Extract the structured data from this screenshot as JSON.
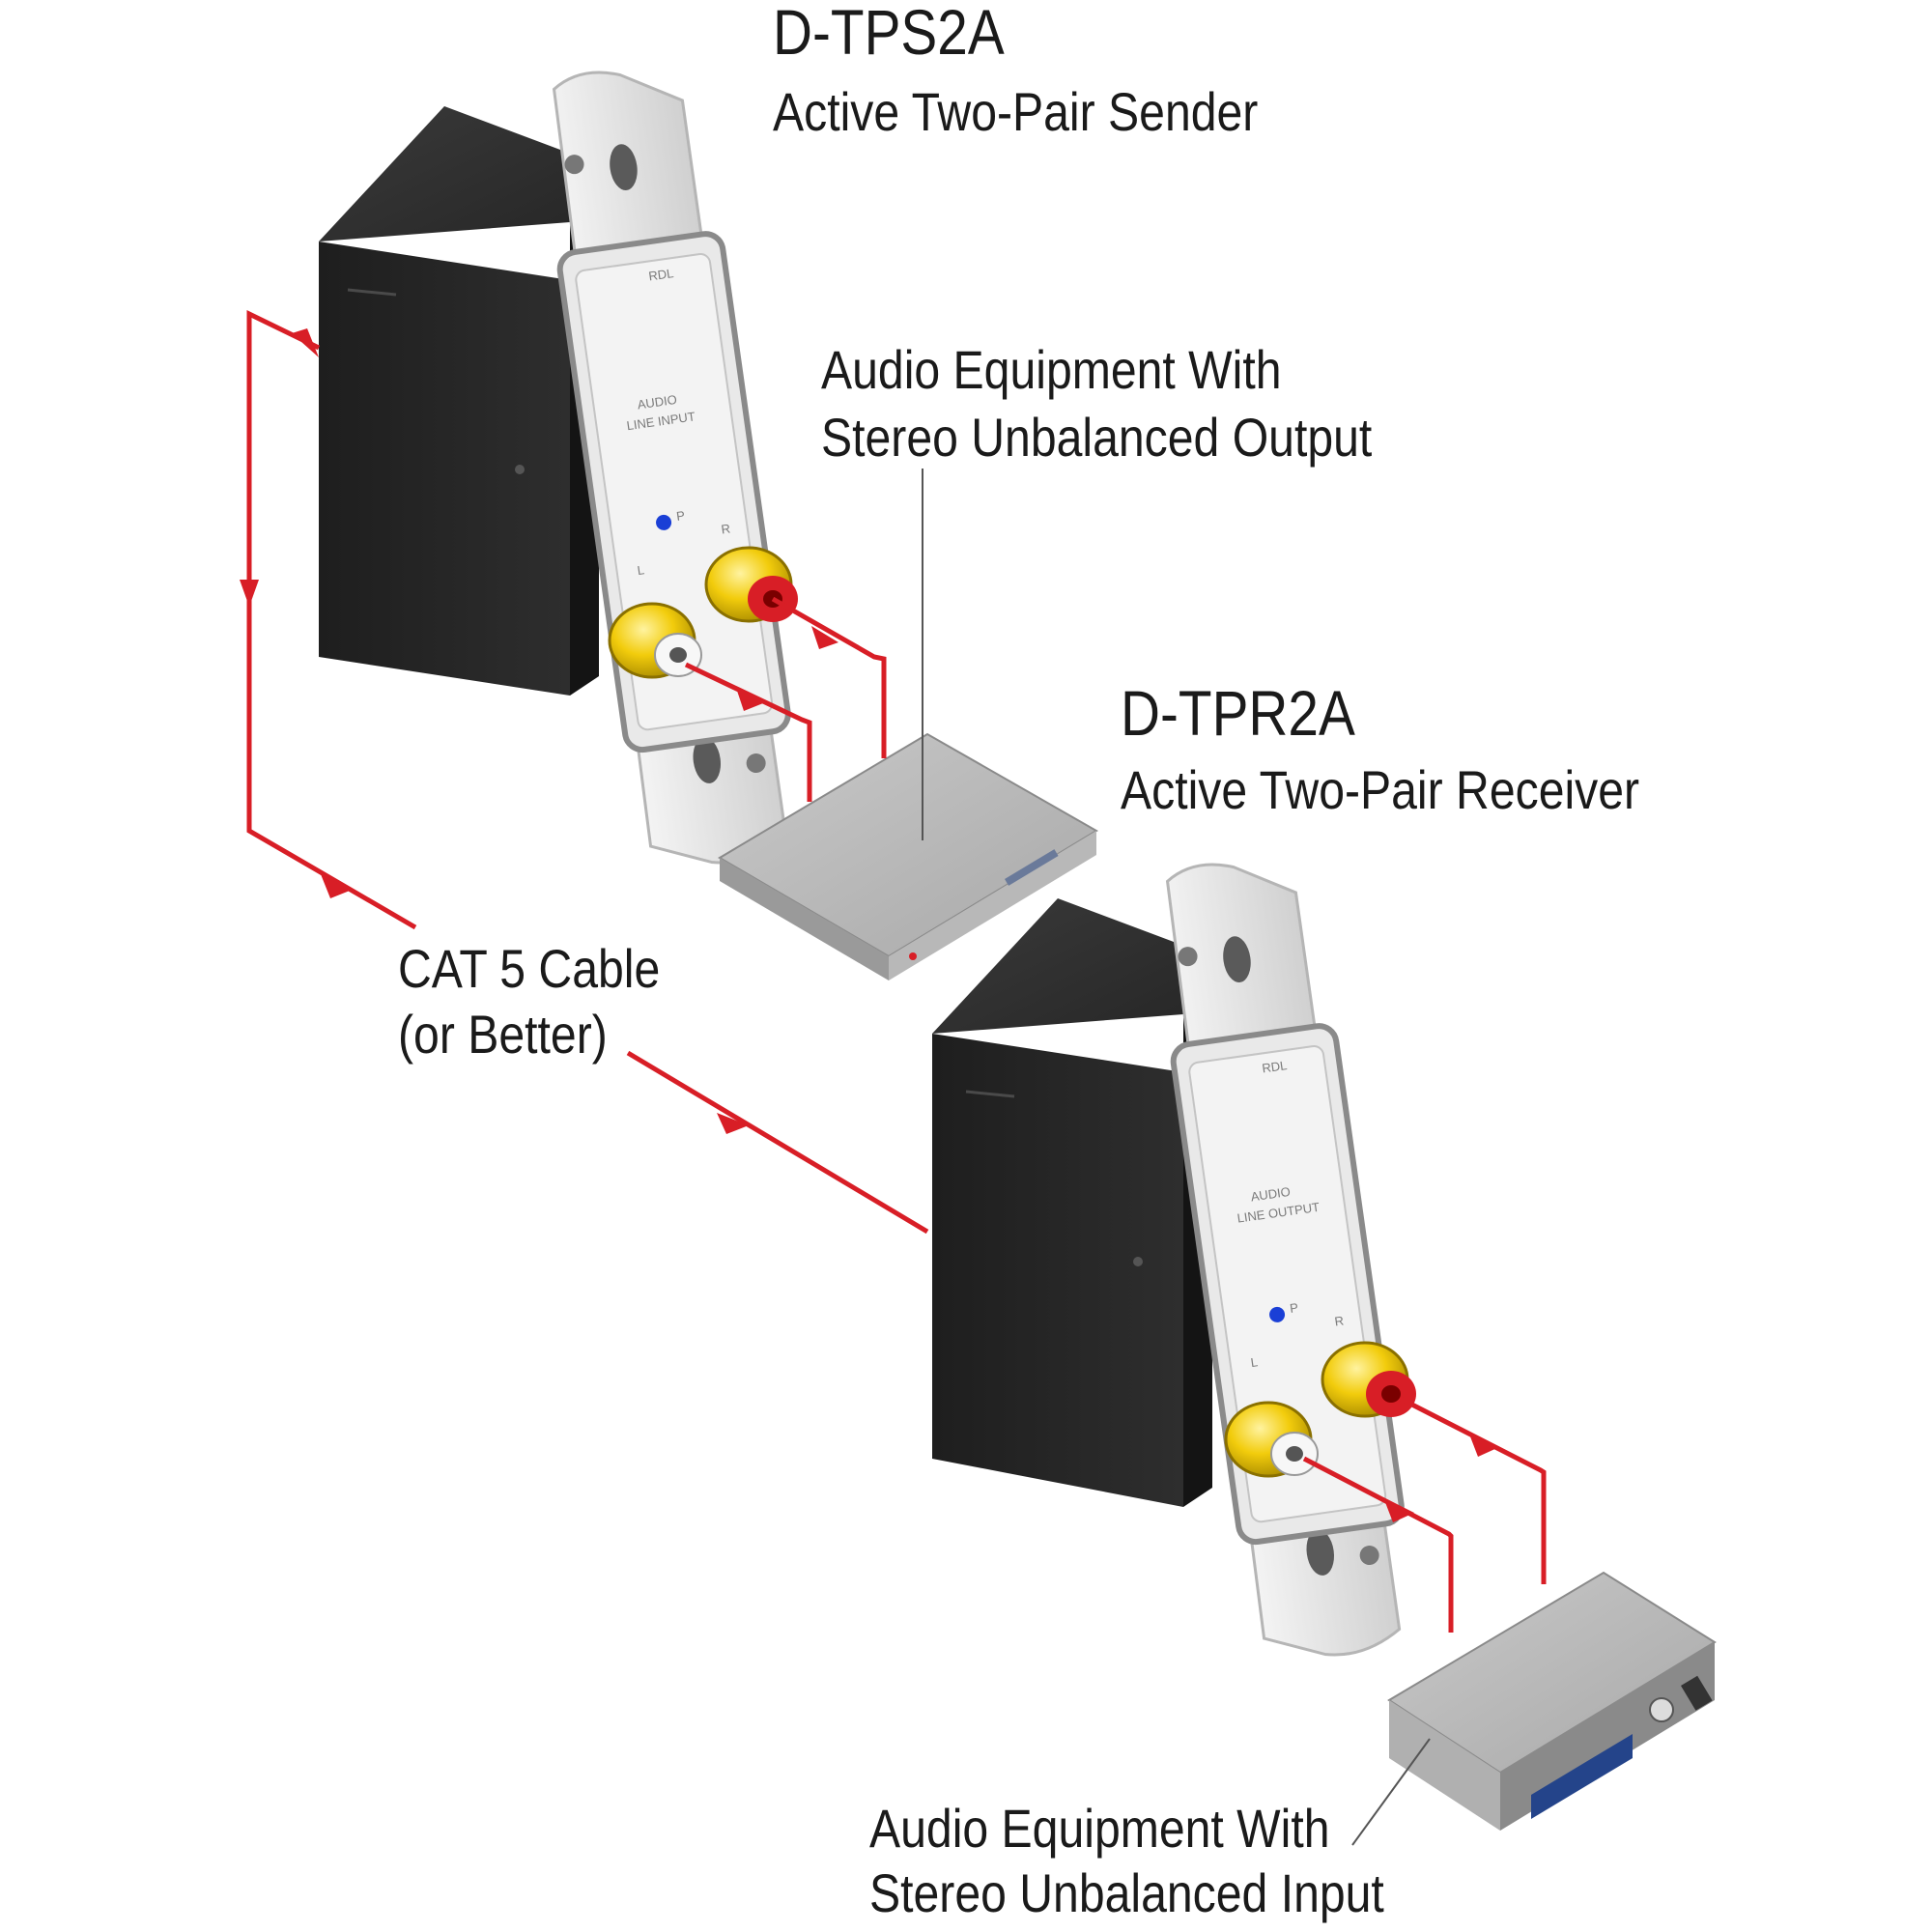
{
  "sender": {
    "model": "D-TPS2A",
    "description": "Active Two-Pair Sender",
    "faceplate_line1": "AUDIO",
    "faceplate_line2": "LINE INPUT",
    "brand": "RDL",
    "jack_left": "L",
    "jack_right": "R",
    "led_label": "P"
  },
  "receiver": {
    "model": "D-TPR2A",
    "description": "Active Two-Pair Receiver",
    "faceplate_line1": "AUDIO",
    "faceplate_line2": "LINE OUTPUT",
    "brand": "RDL",
    "jack_left": "L",
    "jack_right": "R",
    "led_label": "P"
  },
  "source_equipment": {
    "line1": "Audio Equipment With",
    "line2": "Stereo Unbalanced Output"
  },
  "destination_equipment": {
    "line1": "Audio Equipment With",
    "line2": "Stereo Unbalanced Input"
  },
  "cable": {
    "line1": "CAT 5 Cable",
    "line2": "(or Better)"
  },
  "colors": {
    "wire": "#d81e26",
    "jack_left": "#f2cc0c",
    "jack_right": "#f2cc0c",
    "led": "#1a3fd6",
    "box": "#2a2a2a",
    "plate": "#dedede"
  }
}
